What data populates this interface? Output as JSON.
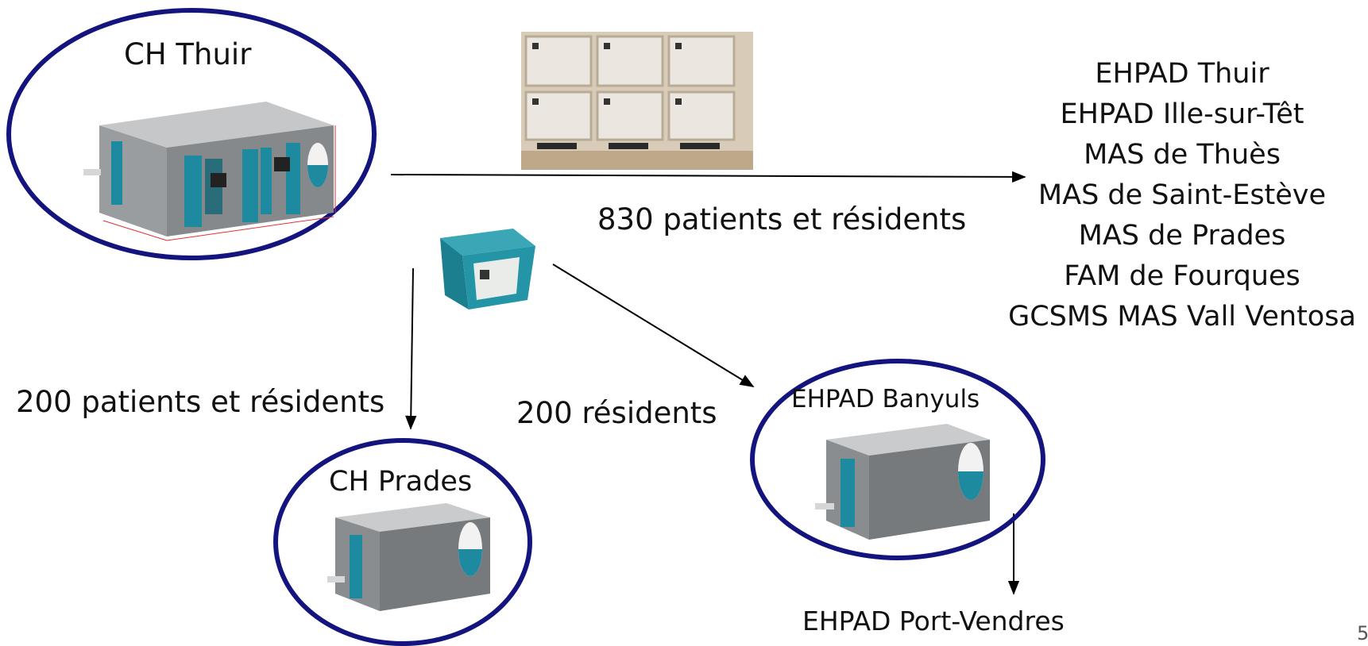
{
  "hubs": {
    "ch_thuir": "CH Thuir",
    "ch_prades": "CH Prades",
    "ehpad_banyuls": "EHPAD Banyuls"
  },
  "flows": {
    "thuir_to_sites": "830 patients et résidents",
    "thuir_to_prades": "200 patients et résidents",
    "thuir_to_banyuls": "200 résidents"
  },
  "thuir_sites": [
    "EHPAD Thuir",
    "EHPAD Ille-sur-Têt",
    "MAS de Thuès",
    "MAS de Saint-Estève",
    "MAS de Prades",
    "FAM de Fourques",
    "GCSMS MAS Vall Ventosa"
  ],
  "banyuls_site": "EHPAD Port-Vendres",
  "page_number": "5",
  "colors": {
    "ellipse": "#14147e",
    "machine_teal": "#1d8aa0",
    "machine_gray": "#7b7e80"
  }
}
